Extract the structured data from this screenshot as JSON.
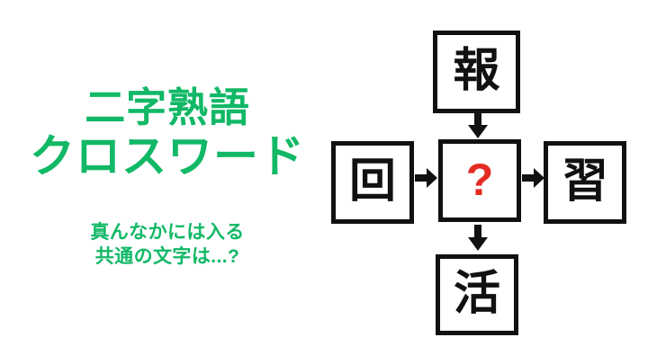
{
  "page": {
    "background_color": "#ffffff",
    "accent_green": "#11b866",
    "ink_black": "#111111",
    "unknown_red": "#e32b22"
  },
  "title": {
    "line1": "二字熟語",
    "line2": "クロスワード"
  },
  "subtitle": {
    "line1": "真んなかには入る",
    "line2": "共通の文字は...?"
  },
  "puzzle": {
    "type": "kanji-cross",
    "cells": {
      "top": {
        "char": "報",
        "position": "top",
        "is_unknown": false
      },
      "left": {
        "char": "回",
        "position": "left",
        "is_unknown": false
      },
      "center": {
        "char": "?",
        "position": "center",
        "is_unknown": true
      },
      "right": {
        "char": "習",
        "position": "right",
        "is_unknown": false
      },
      "bottom": {
        "char": "活",
        "position": "bottom",
        "is_unknown": false
      }
    },
    "arrows": [
      {
        "name": "arrow-top-to-center",
        "direction": "down"
      },
      {
        "name": "arrow-left-to-center",
        "direction": "right"
      },
      {
        "name": "arrow-center-to-right",
        "direction": "right"
      },
      {
        "name": "arrow-center-to-bottom",
        "direction": "down"
      }
    ]
  }
}
